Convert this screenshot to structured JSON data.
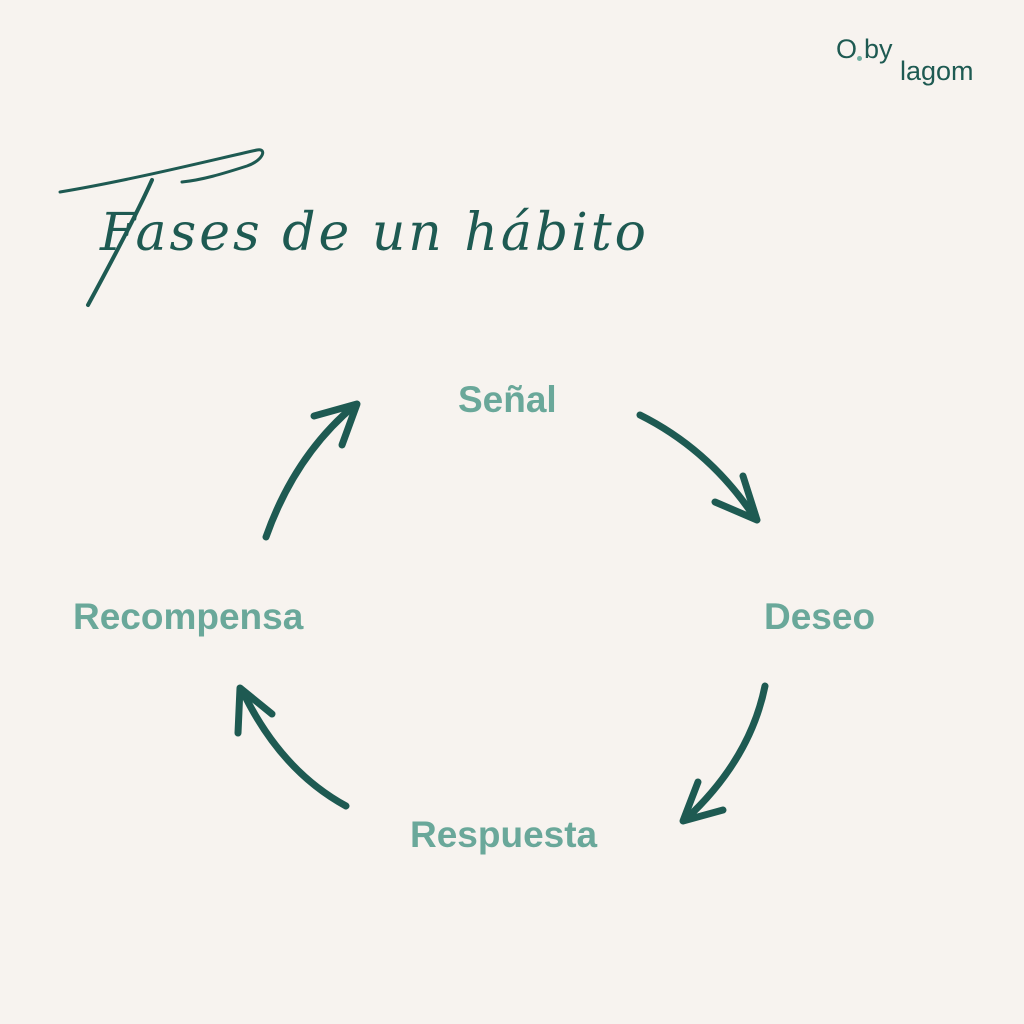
{
  "brand": {
    "logo_o": "O",
    "logo_by": "by",
    "logo_lagom": "lagom"
  },
  "title": "Fases de un hábito",
  "phases": [
    "Señal",
    "Deseo",
    "Respuesta",
    "Recompensa"
  ],
  "colors": {
    "background": "#f7f3ef",
    "dark_green": "#1e5a52",
    "light_green": "#6aa89a"
  }
}
